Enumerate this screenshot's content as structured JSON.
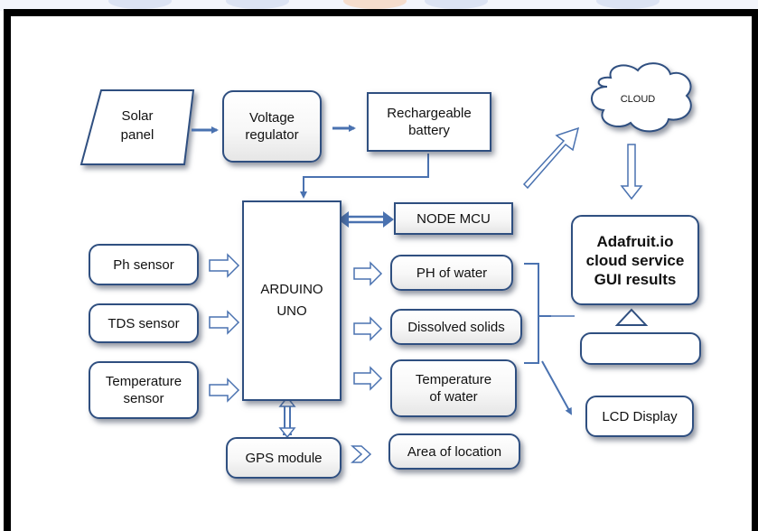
{
  "nodes": {
    "solar_panel": "Solar\npanel",
    "voltage_regulator": "Voltage\nregulator",
    "rechargeable_battery": "Rechargeable\nbattery",
    "cloud": "CLOUD",
    "node_mcu": "NODE MCU",
    "adafruit": "Adafruit.io\ncloud service\nGUI results",
    "ph_sensor": "Ph sensor",
    "tds_sensor": "TDS sensor",
    "temperature_sensor": "Temperature\nsensor",
    "arduino": "ARDUINO\nUNO",
    "ph_of_water": "PH of water",
    "dissolved_solids": "Dissolved solids",
    "temperature_of_water": "Temperature\nof water",
    "lcd_display": "LCD Display",
    "gps_module": "GPS module",
    "area_of_location": "Area of location",
    "display_box": ""
  },
  "colors": {
    "line": "#4a72b0",
    "border": "#2f4f80",
    "frame": "#000000"
  }
}
